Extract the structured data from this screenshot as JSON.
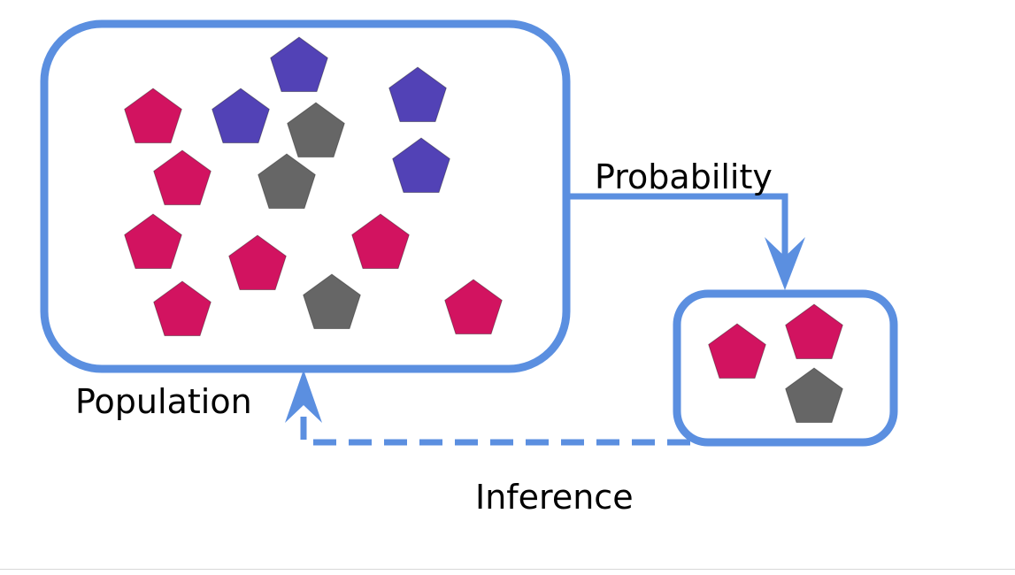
{
  "labels": {
    "probability": "Probability",
    "population": "Population",
    "inference": "Inference"
  },
  "colors": {
    "frame": "#5b8fe0",
    "red_item": "#d21360",
    "blue_item": "#5242b6",
    "gray_item": "#666666"
  },
  "population_items": [
    "blue",
    "red",
    "blue",
    "gray",
    "blue",
    "red",
    "gray",
    "blue",
    "red",
    "red",
    "red",
    "red",
    "gray",
    "red"
  ],
  "sample_items": [
    "red",
    "red",
    "gray"
  ]
}
